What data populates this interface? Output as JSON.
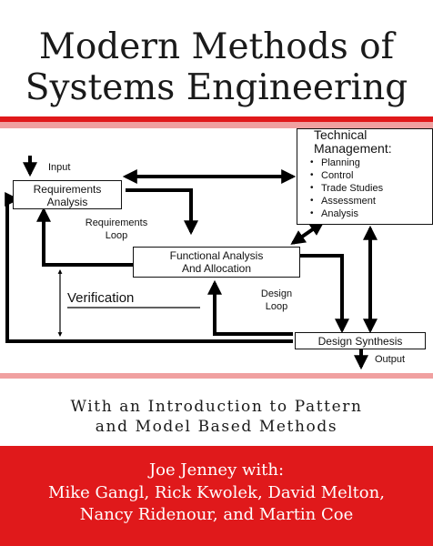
{
  "title": {
    "line1": "Modern Methods of",
    "line2": "Systems Engineering"
  },
  "diagram": {
    "input": "Input",
    "requirements_analysis": [
      "Requirements",
      "Analysis"
    ],
    "requirements_loop": [
      "Requirements",
      "Loop"
    ],
    "functional_analysis": [
      "Functional Analysis",
      "And Allocation"
    ],
    "verification": "Verification",
    "design_loop": [
      "Design",
      "Loop"
    ],
    "design_synthesis": "Design Synthesis",
    "output": "Output",
    "technical_management": {
      "title": [
        "Technical",
        "Management:"
      ],
      "items": [
        "Planning",
        "Control",
        "Trade Studies",
        "Assessment",
        "Analysis"
      ]
    }
  },
  "subtitle": {
    "line1": "With an Introduction to Pattern",
    "line2": "and Model Based Methods"
  },
  "authors": {
    "line1": "Joe Jenney with:",
    "line2": "Mike Gangl, Rick Kwolek, David Melton,",
    "line3": "Nancy Ridenour, and Martin Coe"
  },
  "colors": {
    "red": "#e0191b",
    "pink": "#f0a0a0",
    "text": "#1a1a1a"
  }
}
